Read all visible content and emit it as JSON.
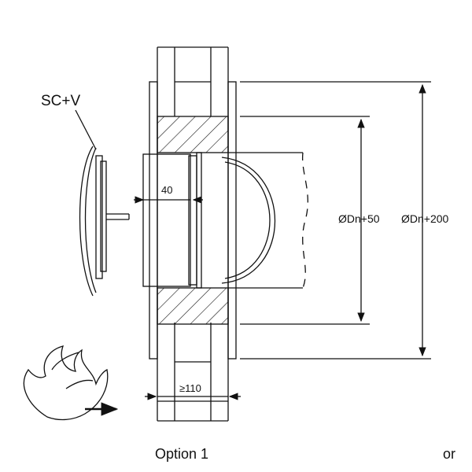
{
  "labels": {
    "valve": "SC+V",
    "dim_40": "40",
    "dim_dn50": "ØDn+50",
    "dim_dn200": "ØDn+200",
    "dim_110": "≥110",
    "option": "Option 1",
    "or": "or"
  }
}
